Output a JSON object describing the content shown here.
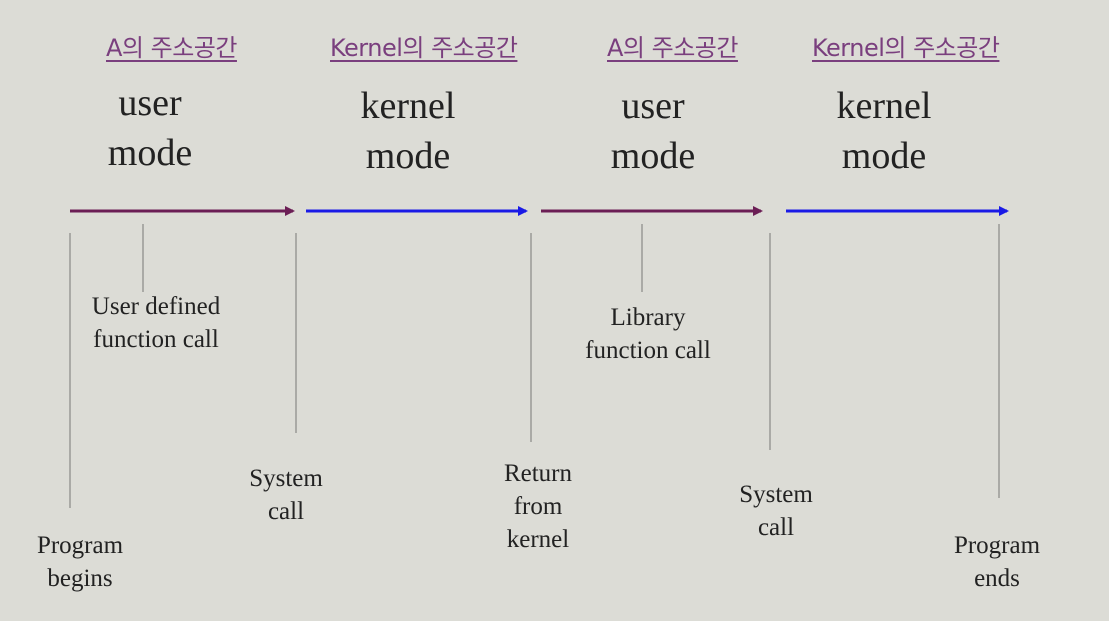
{
  "colors": {
    "background": "#dcdcd6",
    "user_arrow": "#6b1e55",
    "kernel_arrow": "#1a1ae6",
    "space_label": "#7a3f7e",
    "tick": "#aaaaa6"
  },
  "spaces": [
    {
      "label": "A의 주소공간",
      "mode_line1": "user",
      "mode_line2": "mode",
      "arrow_color": "user"
    },
    {
      "label": "Kernel의 주소공간",
      "mode_line1": "kernel",
      "mode_line2": "mode",
      "arrow_color": "kernel"
    },
    {
      "label": "A의 주소공간",
      "mode_line1": "user",
      "mode_line2": "mode",
      "arrow_color": "user"
    },
    {
      "label": "Kernel의 주소공간",
      "mode_line1": "kernel",
      "mode_line2": "mode",
      "arrow_color": "kernel"
    }
  ],
  "events": {
    "program_begins": {
      "line1": "Program",
      "line2": "begins"
    },
    "user_function_call": {
      "line1": "User defined",
      "line2": "function call"
    },
    "system_call_1": {
      "line1": "System",
      "line2": "call"
    },
    "return_from_kernel": {
      "line1": "Return",
      "line2": "from",
      "line3": "kernel"
    },
    "library_function_call": {
      "line1": "Library",
      "line2": "function call"
    },
    "system_call_2": {
      "line1": "System",
      "line2": "call"
    },
    "program_ends": {
      "line1": "Program",
      "line2": "ends"
    }
  }
}
